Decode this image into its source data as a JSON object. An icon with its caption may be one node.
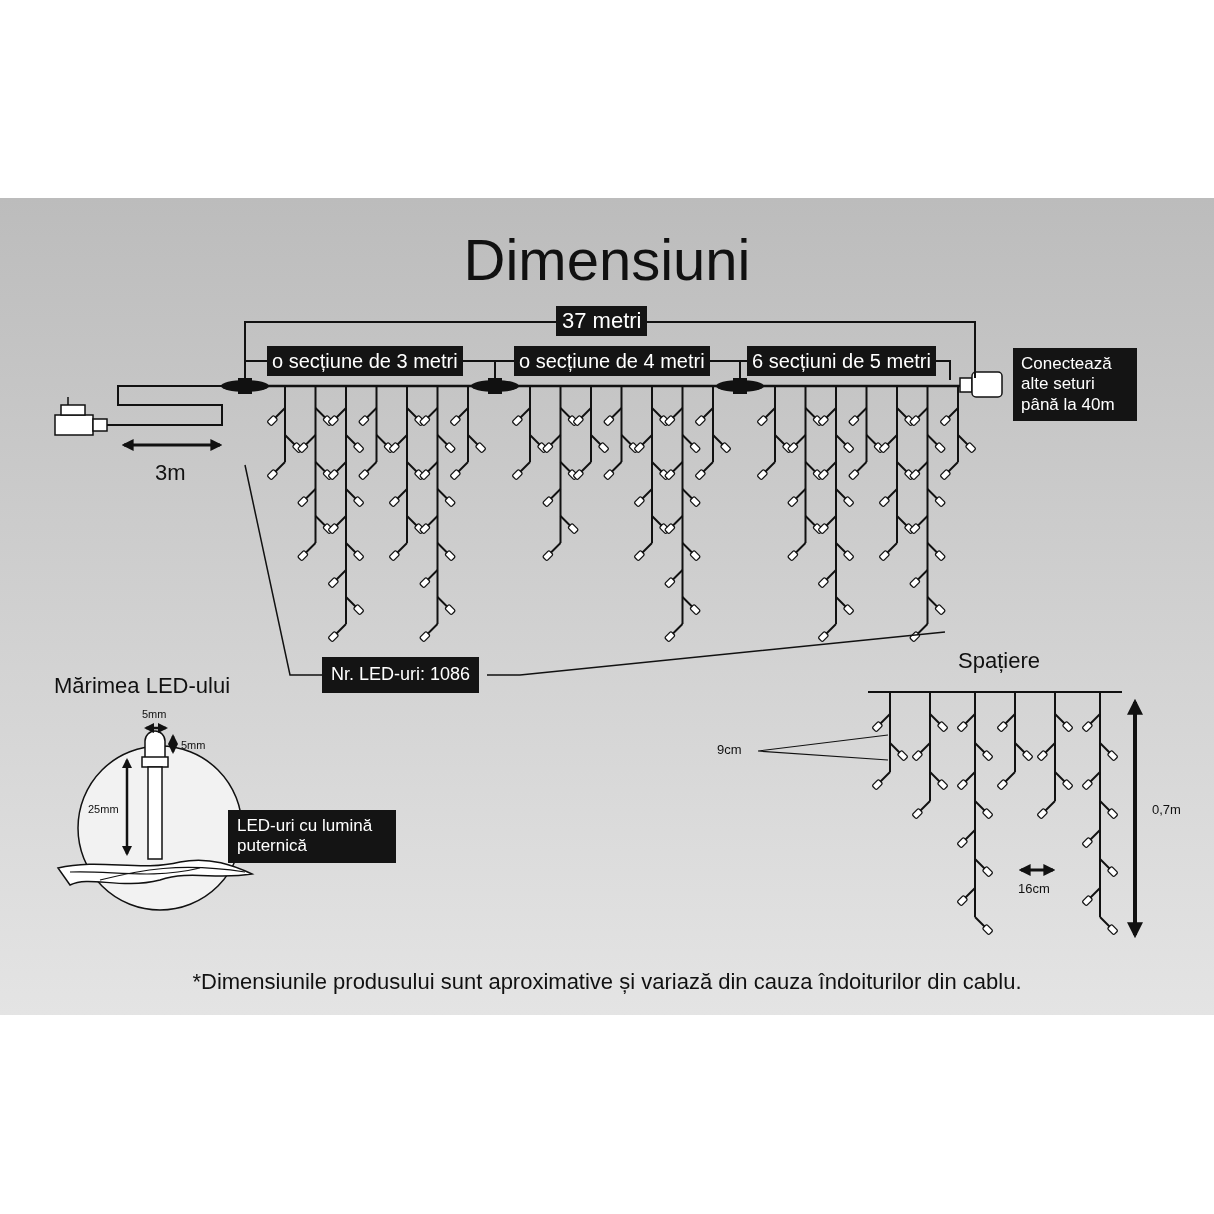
{
  "diagram": {
    "title": "Dimensiuni",
    "caption": "*Dimensiunile produsului sunt aproximative și variază din cauza îndoiturilor din cablu.",
    "nodes": [
      {
        "text": [
          "37 metri"
        ]
      },
      {
        "text": [
          "o secțiune de 3 metri"
        ]
      },
      {
        "text": [
          "o secțiune de 4 metri"
        ]
      },
      {
        "text": [
          "6 secțiuni de 5 metri"
        ]
      },
      {
        "text": [
          "Conectează alte seturi până la 40m"
        ]
      },
      {
        "text": [
          "Nr. LED-uri: 1086"
        ]
      },
      {
        "text": [
          "LED-uri cu lumină puternică"
        ]
      }
    ],
    "labels": [
      "3m",
      "Mărimea LED-ului",
      "5mm",
      "5mm",
      "25mm",
      "Spațiere",
      "9cm",
      "16cm",
      "0,7m"
    ]
  }
}
